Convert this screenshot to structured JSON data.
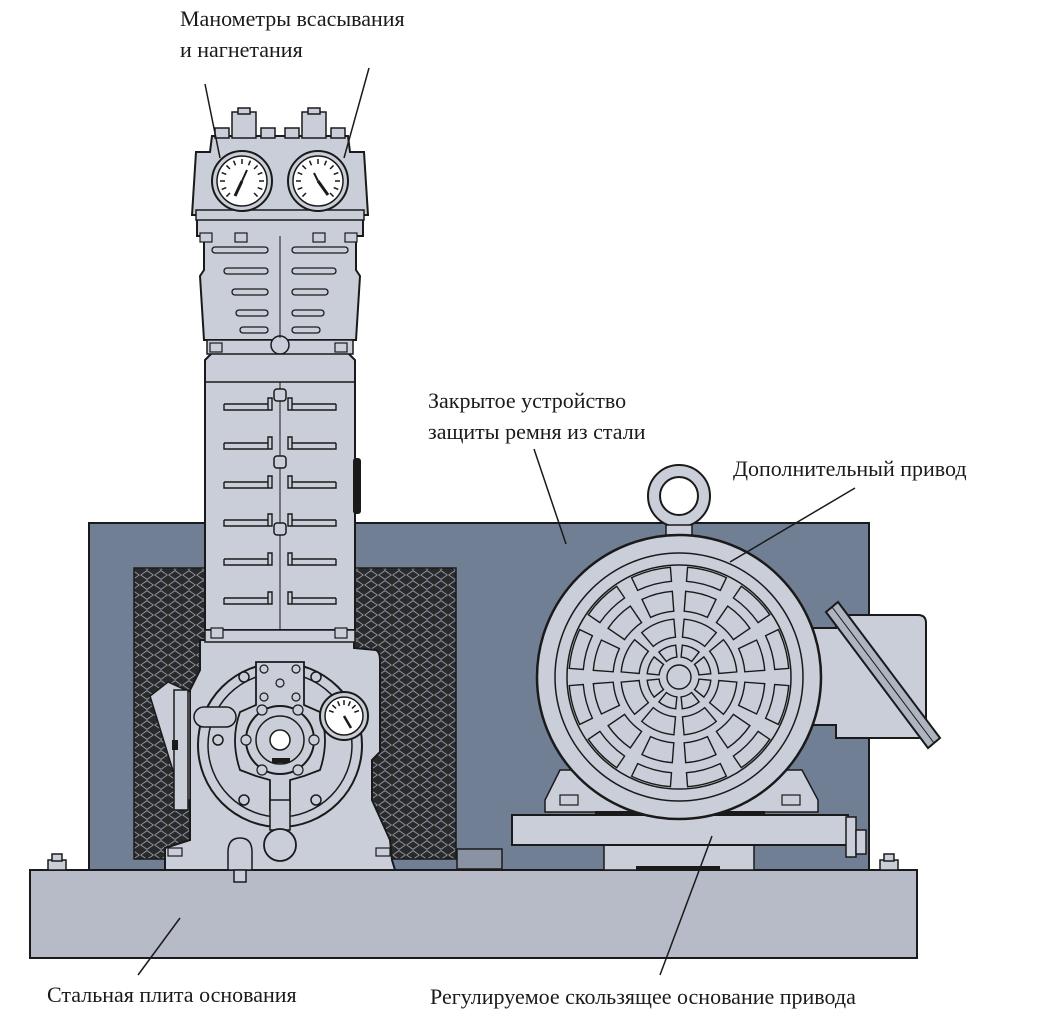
{
  "labels": {
    "gauges": [
      "Манометры всасывания",
      "и нагнетания"
    ],
    "belt_guard": [
      "Закрытое устройство",
      "защиты ремня из стали"
    ],
    "motor": "Дополнительный привод",
    "base_plate": "Стальная плита основания",
    "slide_base": "Регулируемое скользящее основание привода"
  },
  "colors": {
    "outline": "#1a1a1a",
    "metal": "#c9ced8",
    "metal_dark": "#aeb4c0",
    "guard": "#717f94",
    "base": "#b7bbc8",
    "mesh": "#2a2a2a",
    "label": "#1a1a1a"
  }
}
